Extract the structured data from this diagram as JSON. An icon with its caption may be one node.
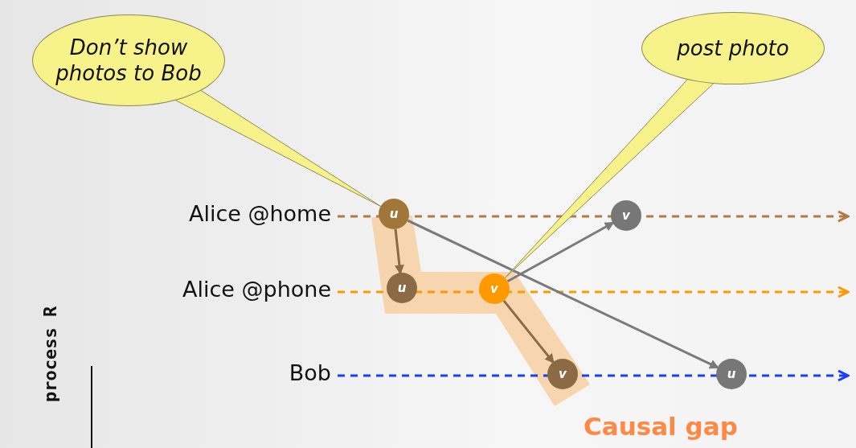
{
  "diagram": {
    "nodes": [
      {
        "text": [
          "Don’t show photos to Bob"
        ]
      },
      {
        "text": [
          "post photo"
        ]
      },
      {
        "text": [
          "Alice @home"
        ]
      },
      {
        "text": [
          "Alice @phone"
        ]
      },
      {
        "text": [
          "Bob"
        ]
      },
      {
        "text": [
          "u"
        ]
      },
      {
        "text": [
          "v"
        ]
      },
      {
        "text": [
          "u"
        ]
      },
      {
        "text": [
          "v"
        ]
      },
      {
        "text": [
          "v"
        ]
      },
      {
        "text": [
          "u"
        ]
      }
    ],
    "edges": [
      {
        "from": 2,
        "to": null,
        "arrow": "to",
        "style": "dashed",
        "color": "#b07a40"
      },
      {
        "from": 3,
        "to": null,
        "arrow": "to",
        "style": "dashed",
        "color": "#ff9900"
      },
      {
        "from": 4,
        "to": null,
        "arrow": "to",
        "style": "dashed",
        "color": "#1a3cff"
      },
      {
        "from": 5,
        "to": 7,
        "arrow": "to",
        "color": "#8b6a45"
      },
      {
        "from": 8,
        "to": 9,
        "arrow": "to",
        "color": "#8b6a45"
      },
      {
        "from": 8,
        "to": 6,
        "arrow": "to"
      },
      {
        "from": 5,
        "to": 10,
        "arrow": "to"
      },
      {
        "from": 0,
        "to": 5,
        "arrow": "none",
        "color": "#f7f38a"
      },
      {
        "from": 1,
        "to": 8,
        "arrow": "none",
        "color": "#f7f38a"
      }
    ],
    "labels": [
      "process R",
      "Causal gap"
    ]
  }
}
